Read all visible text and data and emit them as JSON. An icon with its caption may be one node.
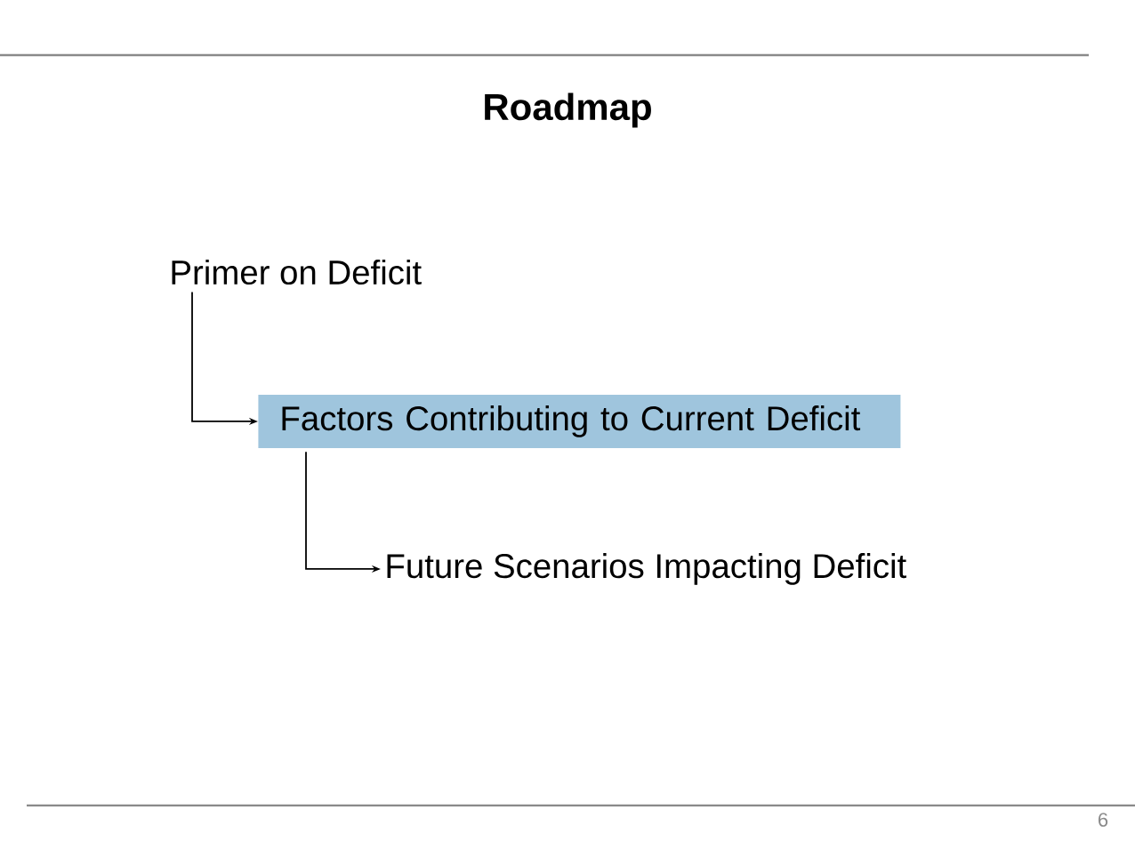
{
  "diagram": {
    "title": "Roadmap",
    "nodes": [
      {
        "text": [
          "Primer on Deficit"
        ]
      },
      {
        "text": [
          "Factors Contributing to Current Deficit"
        ]
      },
      {
        "text": [
          "Future Scenarios Impacting Deficit"
        ]
      }
    ],
    "edges": [
      {
        "from": 0,
        "to": 1,
        "arrow": "to"
      },
      {
        "from": 1,
        "to": 2,
        "arrow": "to"
      }
    ],
    "labels": [
      "6"
    ]
  }
}
